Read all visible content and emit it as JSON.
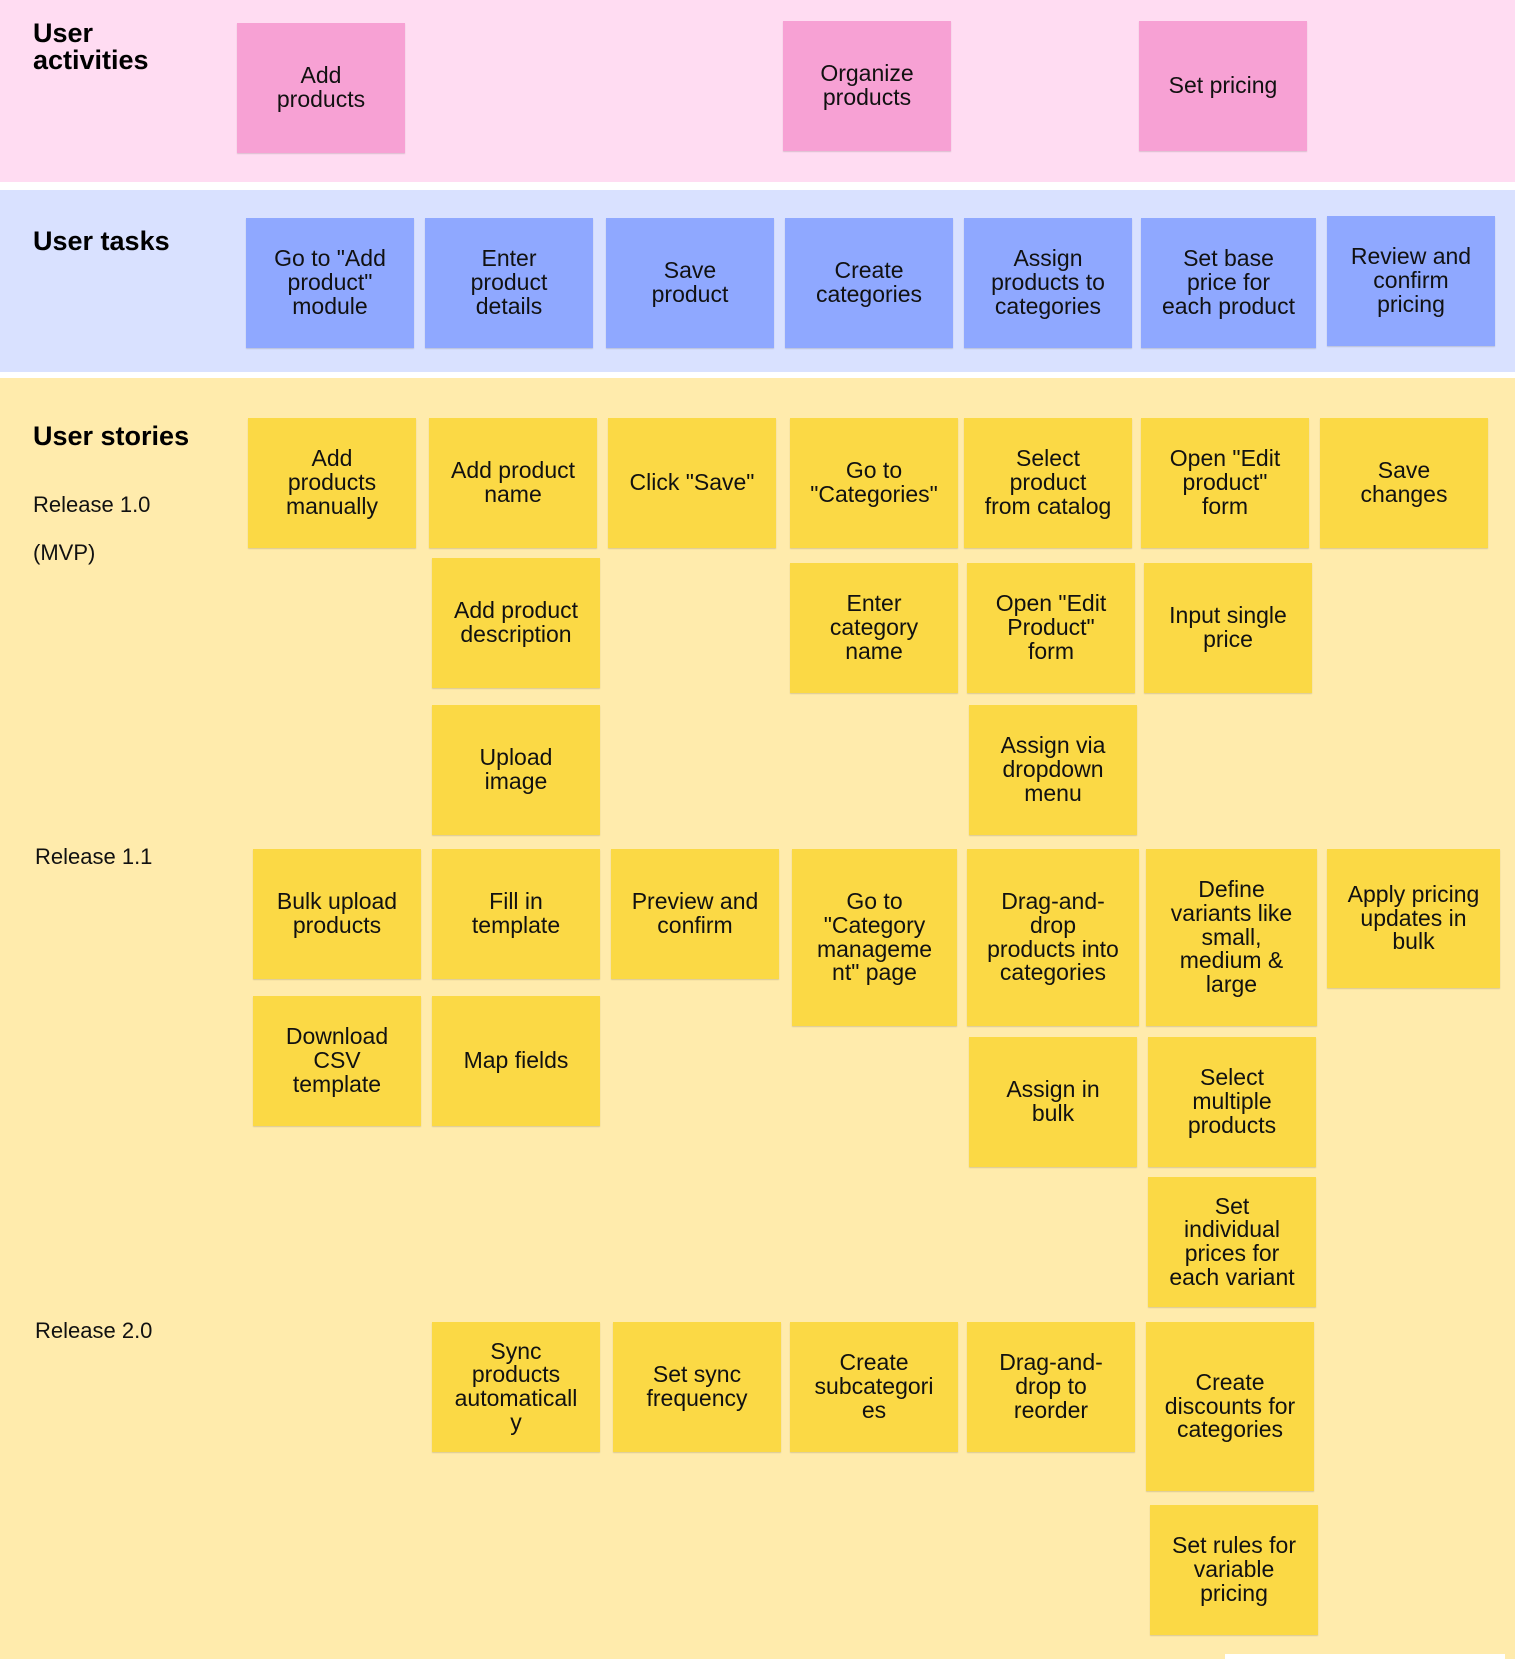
{
  "activities": {
    "heading": "User\nactivities",
    "cards": [
      "Add\nproducts",
      "Organize\nproducts",
      "Set pricing"
    ]
  },
  "tasks": {
    "heading": "User tasks",
    "cards": [
      "Go to \"Add\nproduct\"\nmodule",
      "Enter\nproduct\ndetails",
      "Save\nproduct",
      "Create\ncategories",
      "Assign\nproducts to\ncategories",
      "Set base\nprice for\neach product",
      "Review and\nconfirm\npricing"
    ]
  },
  "stories": {
    "heading": "User stories",
    "releases": [
      "Release 1.0",
      "(MVP)",
      "Release 1.1",
      "Release 2.0"
    ],
    "cards": [
      "Add\nproducts\nmanually",
      "Add product\nname",
      "Click \"Save\"",
      "Go to\n\"Categories\"",
      "Select\nproduct\nfrom catalog",
      "Open \"Edit\nproduct\"\nform",
      "Save\nchanges",
      "Add product\ndescription",
      "Enter\ncategory\nname",
      "Open \"Edit\nProduct\"\nform",
      "Input single\nprice",
      "Upload\nimage",
      "Assign via\ndropdown\nmenu",
      "Bulk upload\nproducts",
      "Fill in\ntemplate",
      "Preview and\nconfirm",
      "Go to\n\"Category\nmanageme\nnt\" page",
      "Drag-and-\ndrop\nproducts into\ncategories",
      "Define\nvariants like\nsmall,\nmedium &\nlarge",
      "Apply pricing\nupdates in\nbulk",
      "Download\nCSV\ntemplate",
      "Map fields",
      "Assign in\nbulk",
      "Select\nmultiple\nproducts",
      "Set\nindividual\nprices for\neach variant",
      "Sync\nproducts\nautomaticall\ny",
      "Set sync\nfrequency",
      "Create\nsubcategori\nes",
      "Drag-and-\ndrop to\nreorder",
      "Create\ndiscounts for\ncategories",
      "Set rules for\nvariable\npricing"
    ]
  },
  "colors": {
    "activity_band": "#ffdcf2",
    "activity_card": "#f7a1d4",
    "task_band": "#d9e1ff",
    "task_card": "#8fa8ff",
    "story_band": "#ffebac",
    "story_card": "#fbd945"
  }
}
